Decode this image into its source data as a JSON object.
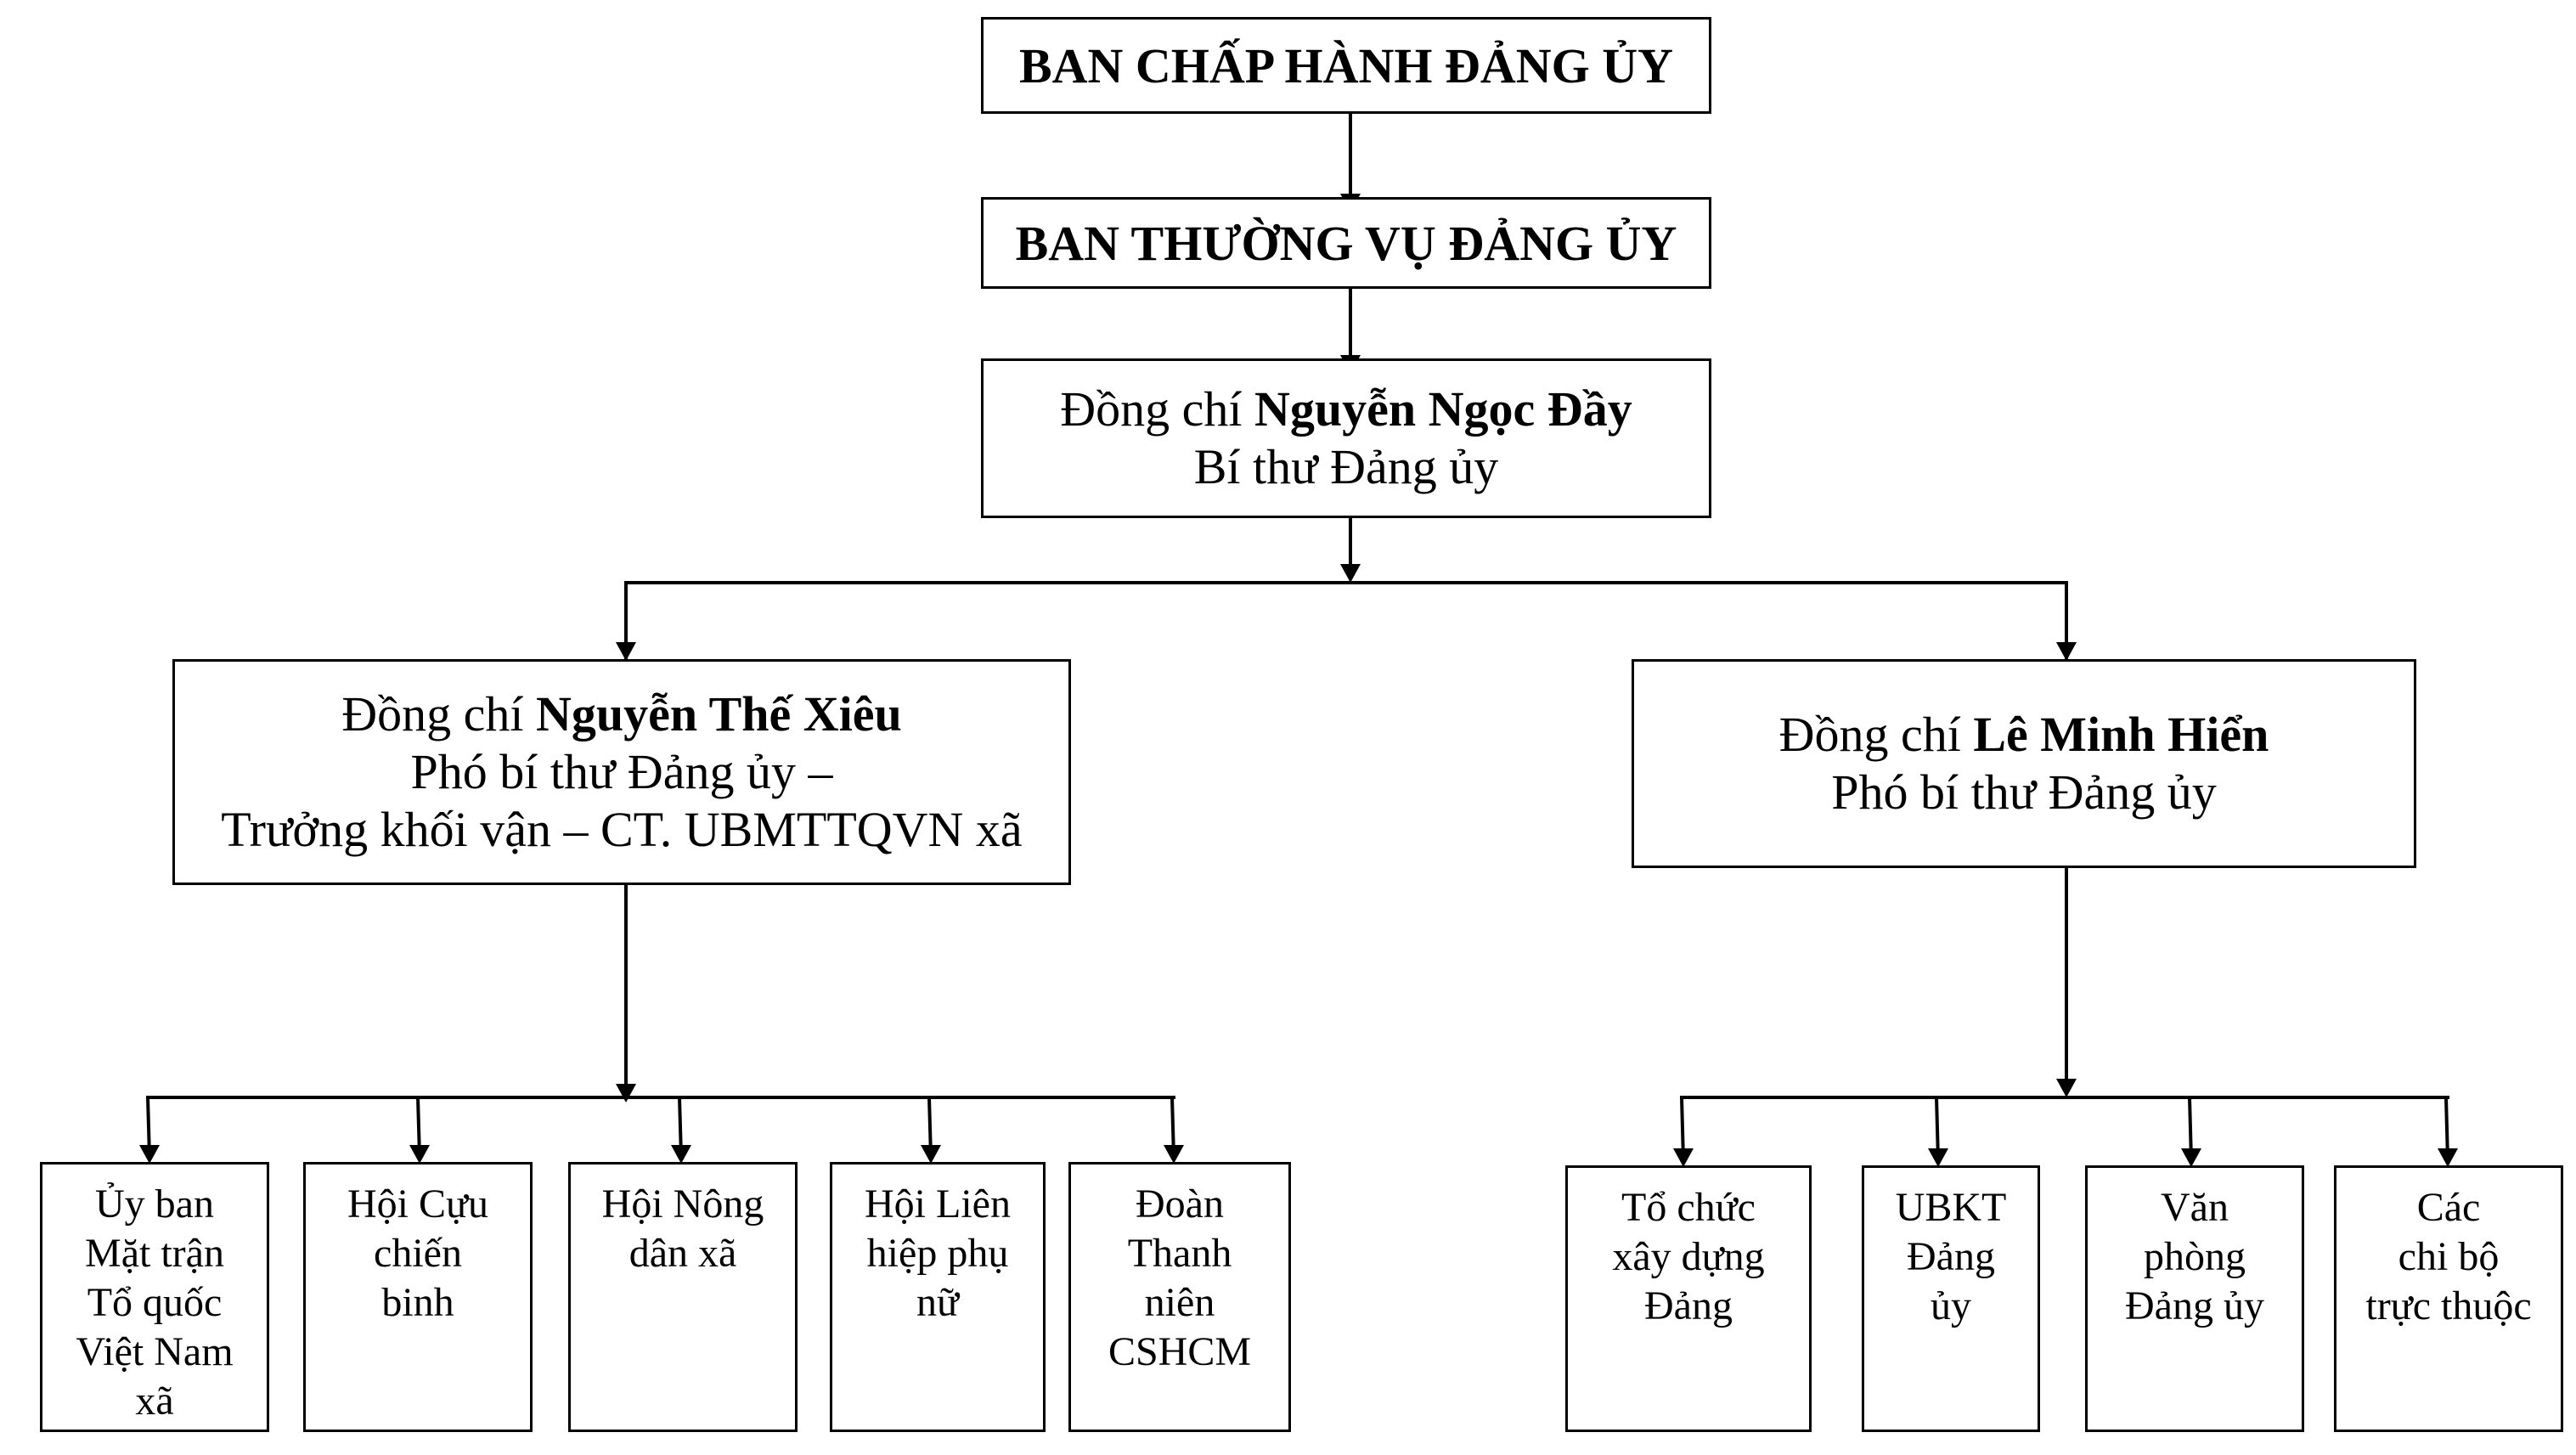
{
  "title": "BAN CHẤP HÀNH ĐẢNG ỦY",
  "standing": "BAN THƯỜNG VỤ ĐẢNG ỦY",
  "secretary": {
    "prefix": "Đồng chí ",
    "name": "Nguyễn Ngọc Đầy",
    "role": "Bí thư Đảng ủy"
  },
  "deputy_left": {
    "prefix": "Đồng chí ",
    "name": "Nguyễn Thế Xiêu",
    "role1": "Phó bí thư Đảng ủy –",
    "role2": "Trưởng khối vận – CT. UBMTTQVN xã"
  },
  "deputy_right": {
    "prefix": "Đồng chí ",
    "name": "Lê Minh Hiển",
    "role": "Phó bí thư Đảng ủy"
  },
  "left_units": [
    [
      "Ủy ban",
      "Mặt trận",
      "Tổ quốc",
      "Việt Nam",
      "xã"
    ],
    [
      "Hội Cựu",
      "chiến",
      "binh"
    ],
    [
      "Hội Nông",
      "dân xã"
    ],
    [
      "Hội Liên",
      "hiệp phụ",
      "nữ"
    ],
    [
      "Đoàn",
      "Thanh",
      "niên",
      "CSHCM"
    ]
  ],
  "right_units": [
    [
      "Tổ chức",
      "xây dựng",
      "Đảng"
    ],
    [
      "UBKT",
      "Đảng",
      "ủy"
    ],
    [
      "Văn",
      "phòng",
      "Đảng ủy"
    ],
    [
      "Các",
      "chi bộ",
      "trực thuộc"
    ]
  ]
}
